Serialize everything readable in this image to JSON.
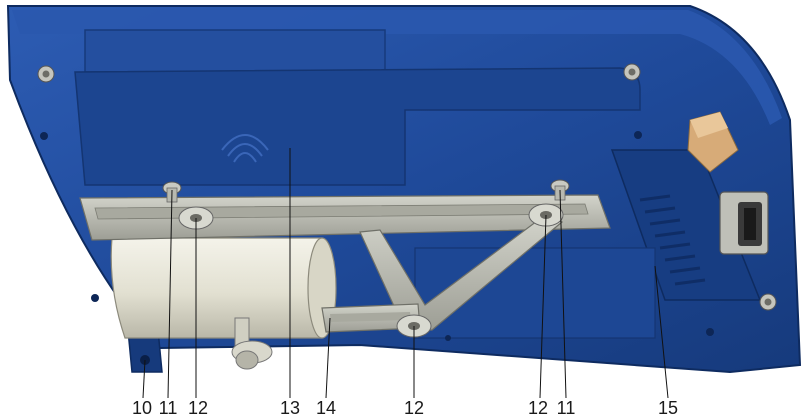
{
  "callouts": [
    {
      "id": "c10",
      "text": "10"
    },
    {
      "id": "c11a",
      "text": "11"
    },
    {
      "id": "c12a",
      "text": "12"
    },
    {
      "id": "c13",
      "text": "13"
    },
    {
      "id": "c14",
      "text": "14"
    },
    {
      "id": "c12b",
      "text": "12"
    },
    {
      "id": "c12c",
      "text": "12"
    },
    {
      "id": "c11b",
      "text": "11"
    },
    {
      "id": "c15",
      "text": "15"
    }
  ],
  "colors": {
    "housing": "#1f4a9a",
    "housing_dark": "#143572",
    "housing_light": "#3c6bc0",
    "bracket": "#b9bab0",
    "cylinder": "#e6e4d6",
    "connector_tan": "#d7ab78"
  }
}
